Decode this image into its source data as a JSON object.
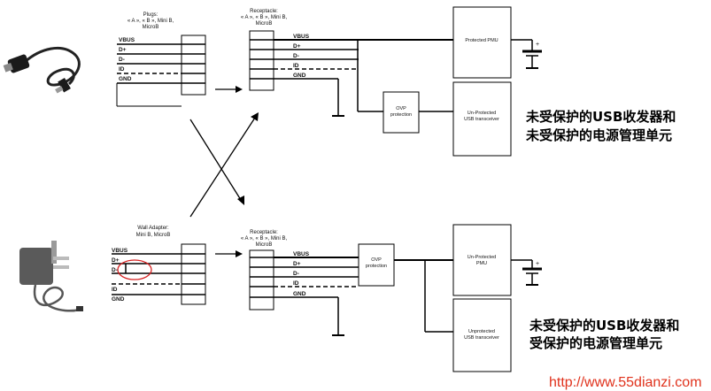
{
  "top": {
    "plugs_label": [
      "Plugs:",
      "« A », « B », Mini B,",
      "MicroB"
    ],
    "receptacle_label": [
      "Receptacle:",
      "« A », « B », Mini B,",
      "MicroB"
    ],
    "left_pins": [
      "VBUS",
      "D+",
      "D-",
      "ID",
      "GND"
    ],
    "right_pins": [
      "VBUS",
      "D+",
      "D-",
      "ID",
      "GND"
    ],
    "pmu_label": "Protected PMU",
    "ovp_label": [
      "OVP",
      "protection"
    ],
    "transceiver_label": [
      "Un-Protected",
      "USB transceiver"
    ]
  },
  "bottom": {
    "adapter_label": [
      "Wall Adapter:",
      "Mini B, MicroB"
    ],
    "receptacle_label": [
      "Receptacle:",
      "« A », « B », Mini B,",
      "MicroB"
    ],
    "left_pins": [
      "VBUS",
      "D+",
      "D-",
      "ID",
      "GND"
    ],
    "right_pins": [
      "VBUS",
      "D+",
      "D-",
      "ID",
      "GND"
    ],
    "ovp_label": [
      "OVP",
      "protection"
    ],
    "pmu_label": [
      "Un-Protected",
      "PMU"
    ],
    "transceiver_label": [
      "Unprotected",
      "USB transceiver"
    ]
  },
  "annotations": {
    "top_note": [
      "未受保护的USB收发器和",
      "未受保护的电源管理单元"
    ],
    "bottom_note": [
      "未受保护的USB收发器和",
      "受保护的电源管理单元"
    ]
  },
  "watermark": "http://www.55dianzi.com"
}
